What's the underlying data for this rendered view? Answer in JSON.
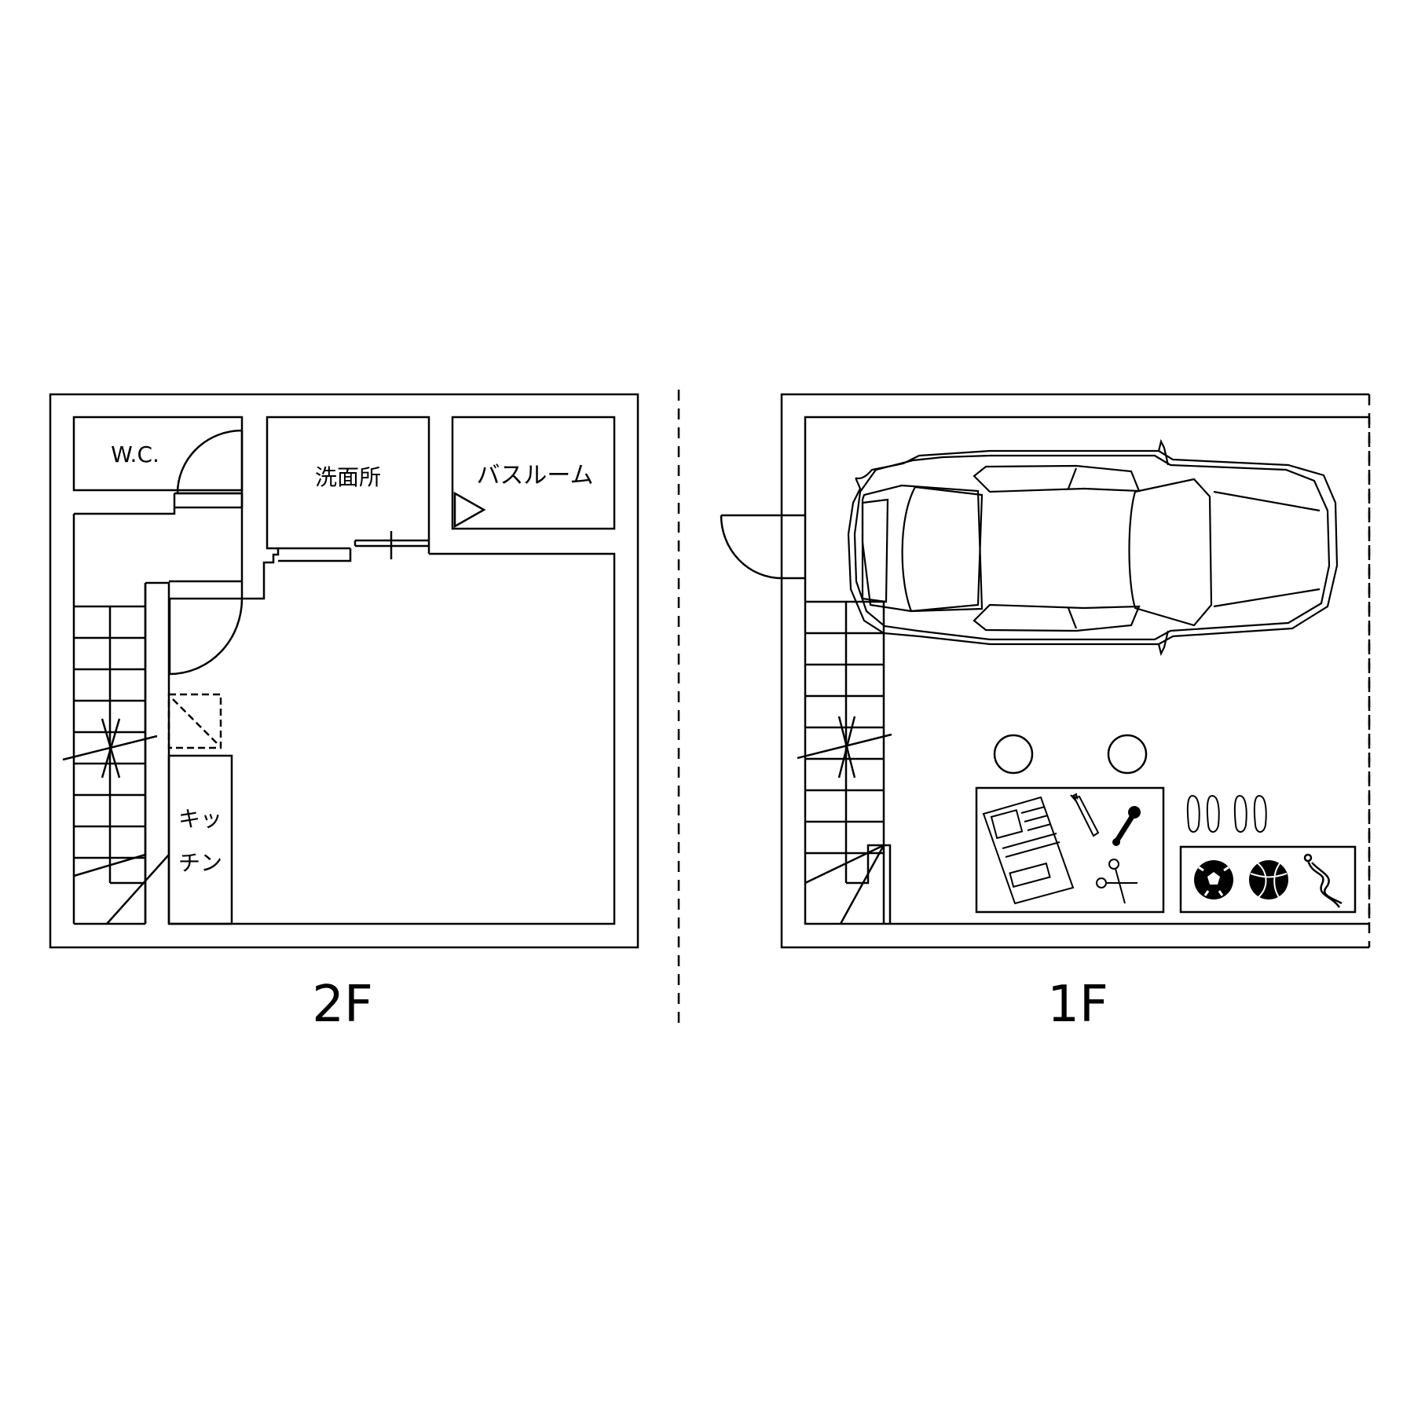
{
  "floors": {
    "second": {
      "label": "2F",
      "rooms": {
        "wc": "W.C.",
        "washroom": "洗面所",
        "bathroom": "バスルーム",
        "kitchen_line1": "キッ",
        "kitchen_line2": "チン"
      }
    },
    "first": {
      "label": "1F"
    }
  }
}
